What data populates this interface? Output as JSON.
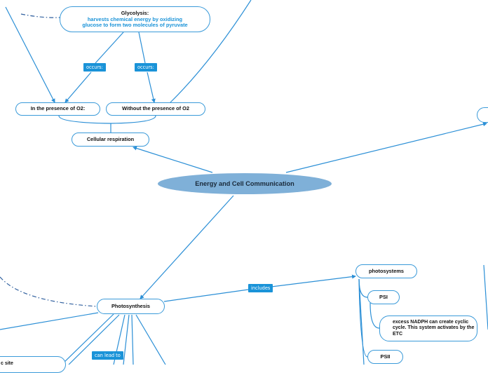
{
  "central": {
    "label": "Energy and Cell Communication"
  },
  "nodes": {
    "glycolysis_title": "Glycolysis:",
    "glycolysis_desc": "harvests chemical energy by oxidizing glucose to form two molecules of pyruvate",
    "with_o2": "In the presence of O2:",
    "without_o2": "Without the presence of O2",
    "cellular_respiration": "Cellular respiration",
    "photosynthesis": "Photosynthesis",
    "photosystems": "photosystems",
    "psi": "PSI",
    "nadph_note": "excess NADPH can create cyclic cycle. This system activates by the ETC",
    "psii": "PSII",
    "left_partial": "c site"
  },
  "tags": {
    "occurs_1": "occurs:",
    "occurs_2": "occurs:",
    "includes": "includes",
    "can_lead_to": "can lead to"
  },
  "colors": {
    "line": "#2b8fd6",
    "border": "#3a9ad9",
    "tag_bg": "#1a93d8",
    "central_bg": "#7fb0d8",
    "dashed": "#2f5f9e"
  }
}
